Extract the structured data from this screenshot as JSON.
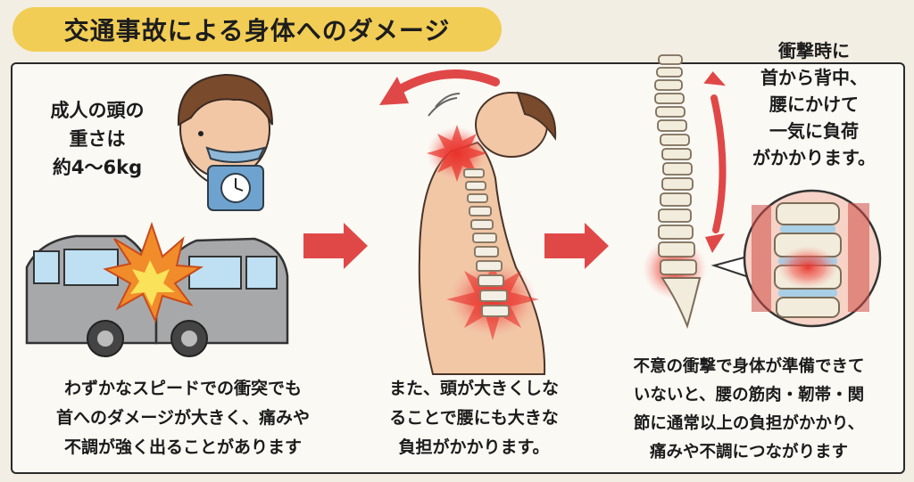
{
  "title": "交通事故による身体へのダメージ",
  "head_weight_text": "成人の頭の\n重さは\n約4〜6kg",
  "impact_text": "衝撃時に\n首から背中、\n腰にかけて\n一気に負荷\nがかかります。",
  "caption_crash": "わずかなスピードでの衝突でも\n首へのダメージが大きく、痛みや\n不調が強く出ることがあります",
  "caption_head": "また、頭が大きくしな\nることで腰にも大きな\n負担がかかります。",
  "caption_body": "不意の衝撃で身体が準備できて\nいないと、腰の筋肉・靭帯・関\n節に通常以上の負担がかかり、\n痛みや不調につながります",
  "colors": {
    "banner": "#f2cd55",
    "arrow": "#e04848",
    "pain": "#e8302a",
    "skin": "#f1c7a6"
  }
}
